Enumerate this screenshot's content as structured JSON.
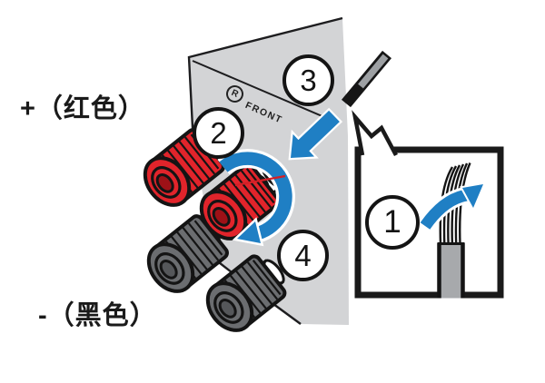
{
  "figure": {
    "type": "speaker-terminal-connection-diagram",
    "labels": {
      "positive": "+（红色）",
      "negative": "-（黑色）"
    },
    "panel": {
      "channel_indicator": "R",
      "front_label": "FRONT"
    },
    "steps": [
      {
        "id": "step-1",
        "number": "1"
      },
      {
        "id": "step-2",
        "number": "2"
      },
      {
        "id": "step-3",
        "number": "3"
      },
      {
        "id": "step-4",
        "number": "4"
      }
    ],
    "colors": {
      "post_red": "#e1242b",
      "post_black": "#6b6d70",
      "panel_gray": "#d3d4d6",
      "arrow_blue": "#1f7fc4",
      "wire_gray": "#a7a9ac"
    }
  }
}
